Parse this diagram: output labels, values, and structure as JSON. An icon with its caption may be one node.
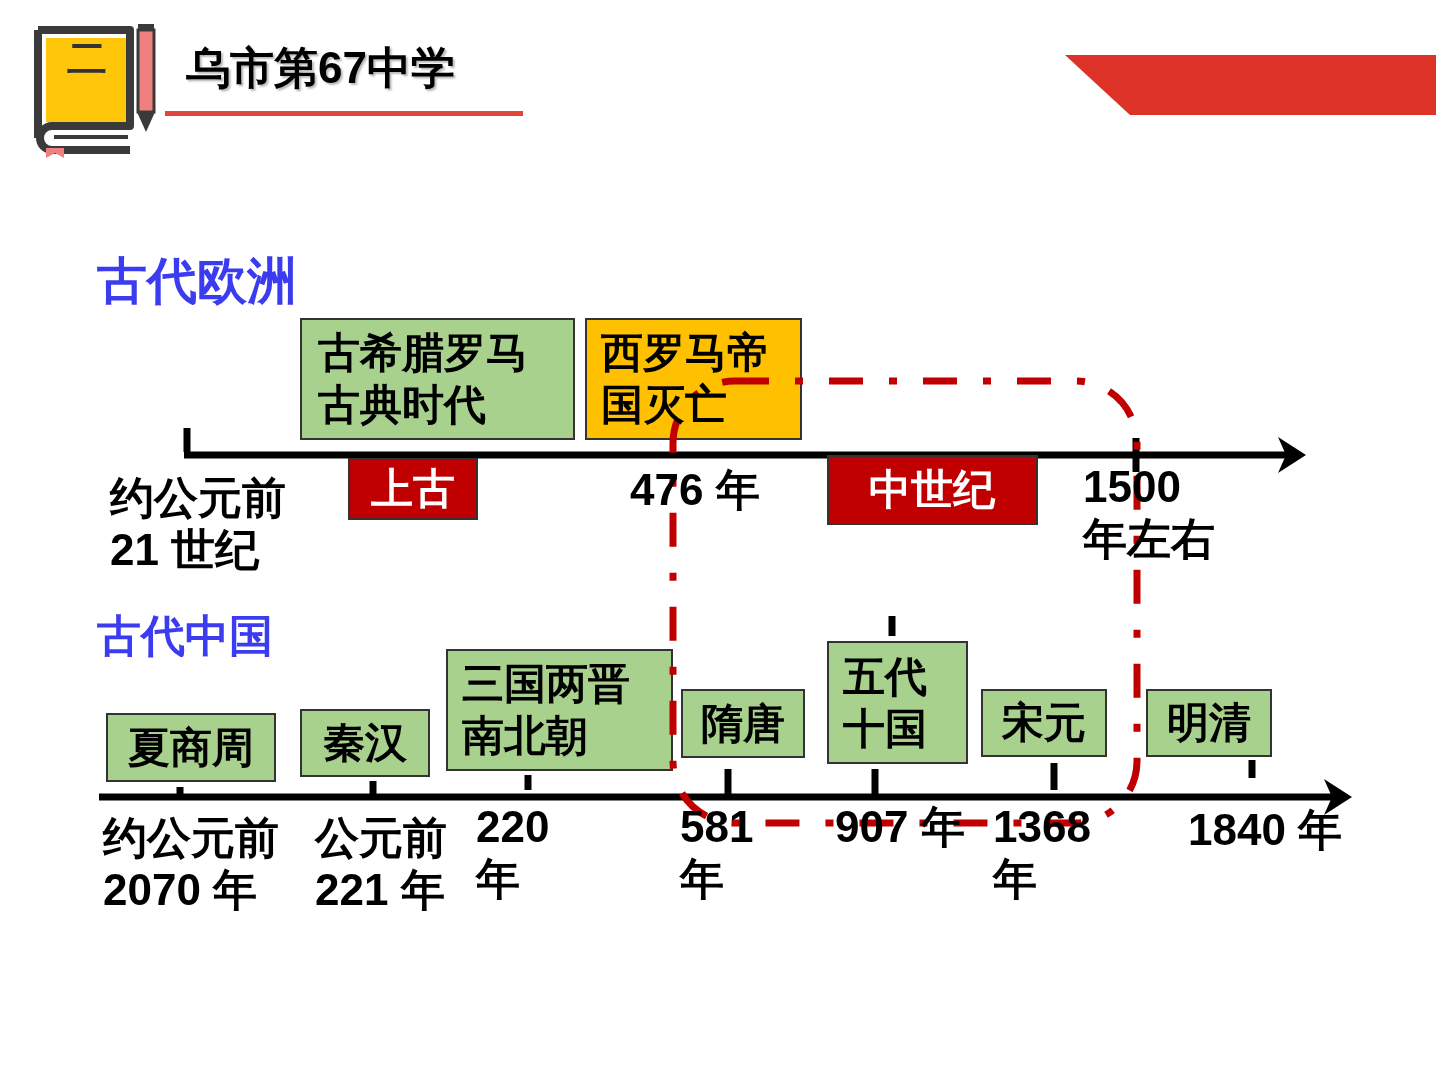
{
  "diagram": {
    "title": "乌市第67中学",
    "nodes": [
      {
        "text": [
          "古希腊罗马古典时代"
        ]
      },
      {
        "text": [
          "西罗马帝国灭亡"
        ]
      },
      {
        "text": [
          "上古"
        ]
      },
      {
        "text": [
          "中世纪"
        ]
      },
      {
        "text": [
          "夏商周"
        ]
      },
      {
        "text": [
          "秦汉"
        ]
      },
      {
        "text": [
          "三国两晋南北朝"
        ]
      },
      {
        "text": [
          "隋唐"
        ]
      },
      {
        "text": [
          "五代十国"
        ]
      },
      {
        "text": [
          "宋元"
        ]
      },
      {
        "text": [
          "明清"
        ]
      }
    ],
    "labels": [
      "二",
      "古代欧洲",
      "约公元前21 世纪",
      "476 年",
      "1500 年左右",
      "古代中国",
      "约公元前2070 年",
      "公元前221 年",
      "220 年",
      "581 年",
      "907 年",
      "1368 年",
      "1840 年"
    ]
  }
}
